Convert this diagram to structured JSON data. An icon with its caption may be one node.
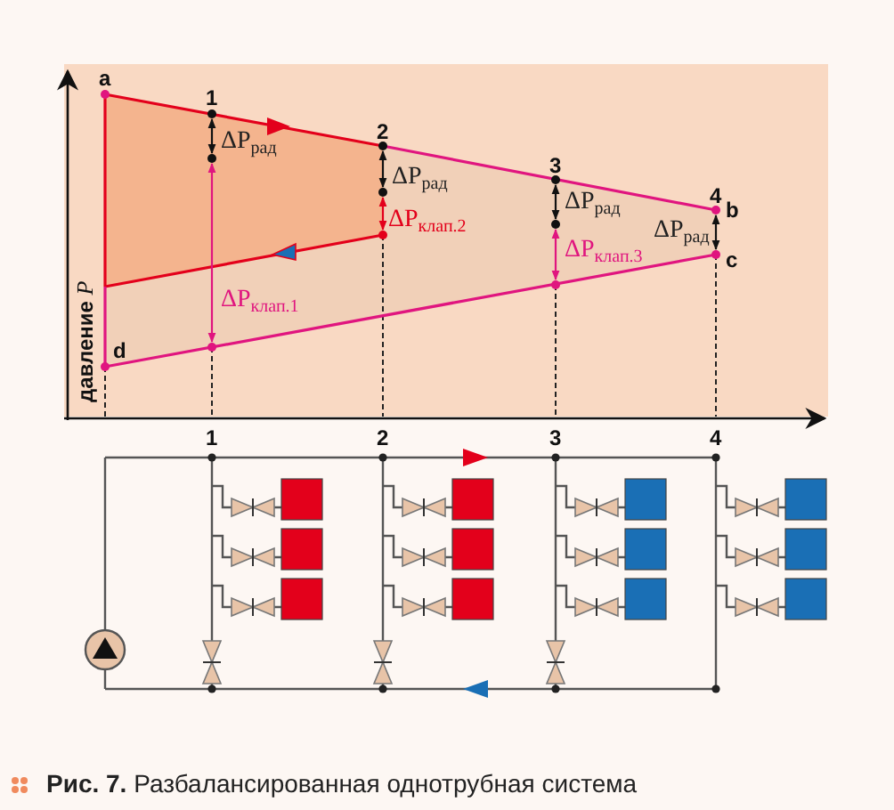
{
  "diagram": {
    "caption": "**Рис. 7.** Разбалансированная однотрубная система",
    "labels": [
      "a",
      "1",
      "2",
      "3",
      "4",
      "b",
      "ΔP$_{рад}$",
      "ΔP$_{рад}$",
      "ΔP$_{клап.2}$",
      "ΔP$_{рад}$",
      "ΔP$_{рад}$",
      "c",
      "ΔP$_{клап.3}$",
      "ΔP$_{клап.1}$",
      "d",
      "давление *P*",
      "1",
      "2",
      "3",
      "4"
    ]
  }
}
